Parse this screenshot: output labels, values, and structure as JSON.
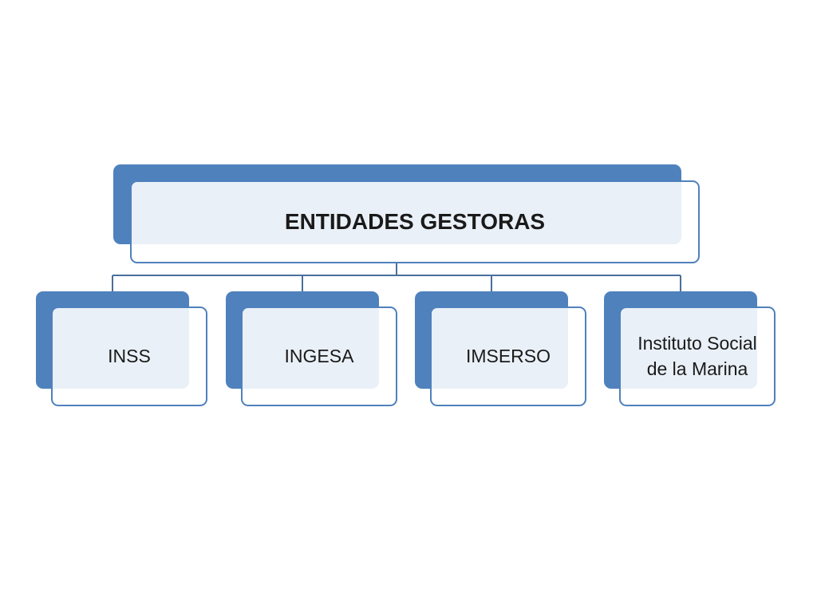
{
  "diagram": {
    "root": {
      "label": "ENTIDADES GESTORAS"
    },
    "children": [
      {
        "label": "INSS"
      },
      {
        "label": "INGESA"
      },
      {
        "label": "IMSERSO"
      },
      {
        "label": "Instituto Social de la Marina"
      }
    ]
  },
  "colors": {
    "node_fill": "#4f81bd",
    "node_border": "#4f81bd",
    "connector": "#4a6f9c"
  }
}
